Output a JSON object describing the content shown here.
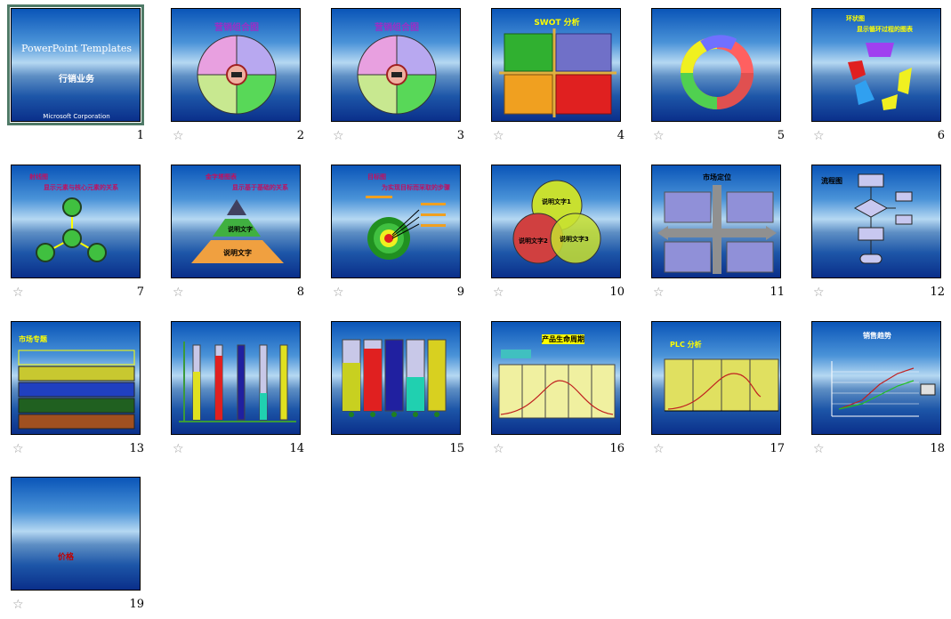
{
  "colors": {
    "title_yellow": "#ffff00",
    "title_purple": "#9a2fc6",
    "selection": "#4f7a67",
    "bg_top": "#0a55b8",
    "bg_bottom": "#0a2f8a"
  },
  "transition_icon": "star-icon",
  "slides": [
    {
      "number": "1",
      "title": "PowerPoint Templates",
      "subtitle": "行销业务",
      "footer": "Microsoft Corporation",
      "selected": true
    },
    {
      "number": "2",
      "title": "营销组合图"
    },
    {
      "number": "3",
      "title": "营销组合图"
    },
    {
      "number": "4",
      "title": "SWOT 分析"
    },
    {
      "number": "5"
    },
    {
      "number": "6",
      "title": "环状图",
      "title2": "显示循环过程的图表"
    },
    {
      "number": "7",
      "title": "射线图",
      "title2": "显示元素与核心元素的关系"
    },
    {
      "number": "8",
      "title": "金字塔图表",
      "title2": "显示基于基础的关系",
      "labels": [
        "说明文字",
        "说明文字"
      ]
    },
    {
      "number": "9",
      "title": "目标图",
      "title2": "为实现目标而采取的步骤"
    },
    {
      "number": "10",
      "labels": [
        "说明文字1",
        "说明文字2",
        "说明文字3"
      ]
    },
    {
      "number": "11",
      "title": "市场定位"
    },
    {
      "number": "12",
      "title": "流程图"
    },
    {
      "number": "13",
      "title": "市场专题"
    },
    {
      "number": "14"
    },
    {
      "number": "15"
    },
    {
      "number": "16",
      "title": "产品生命周期"
    },
    {
      "number": "17",
      "title": "PLC 分析"
    },
    {
      "number": "18",
      "title": "销售趋势"
    },
    {
      "number": "19",
      "title": "价格"
    }
  ]
}
